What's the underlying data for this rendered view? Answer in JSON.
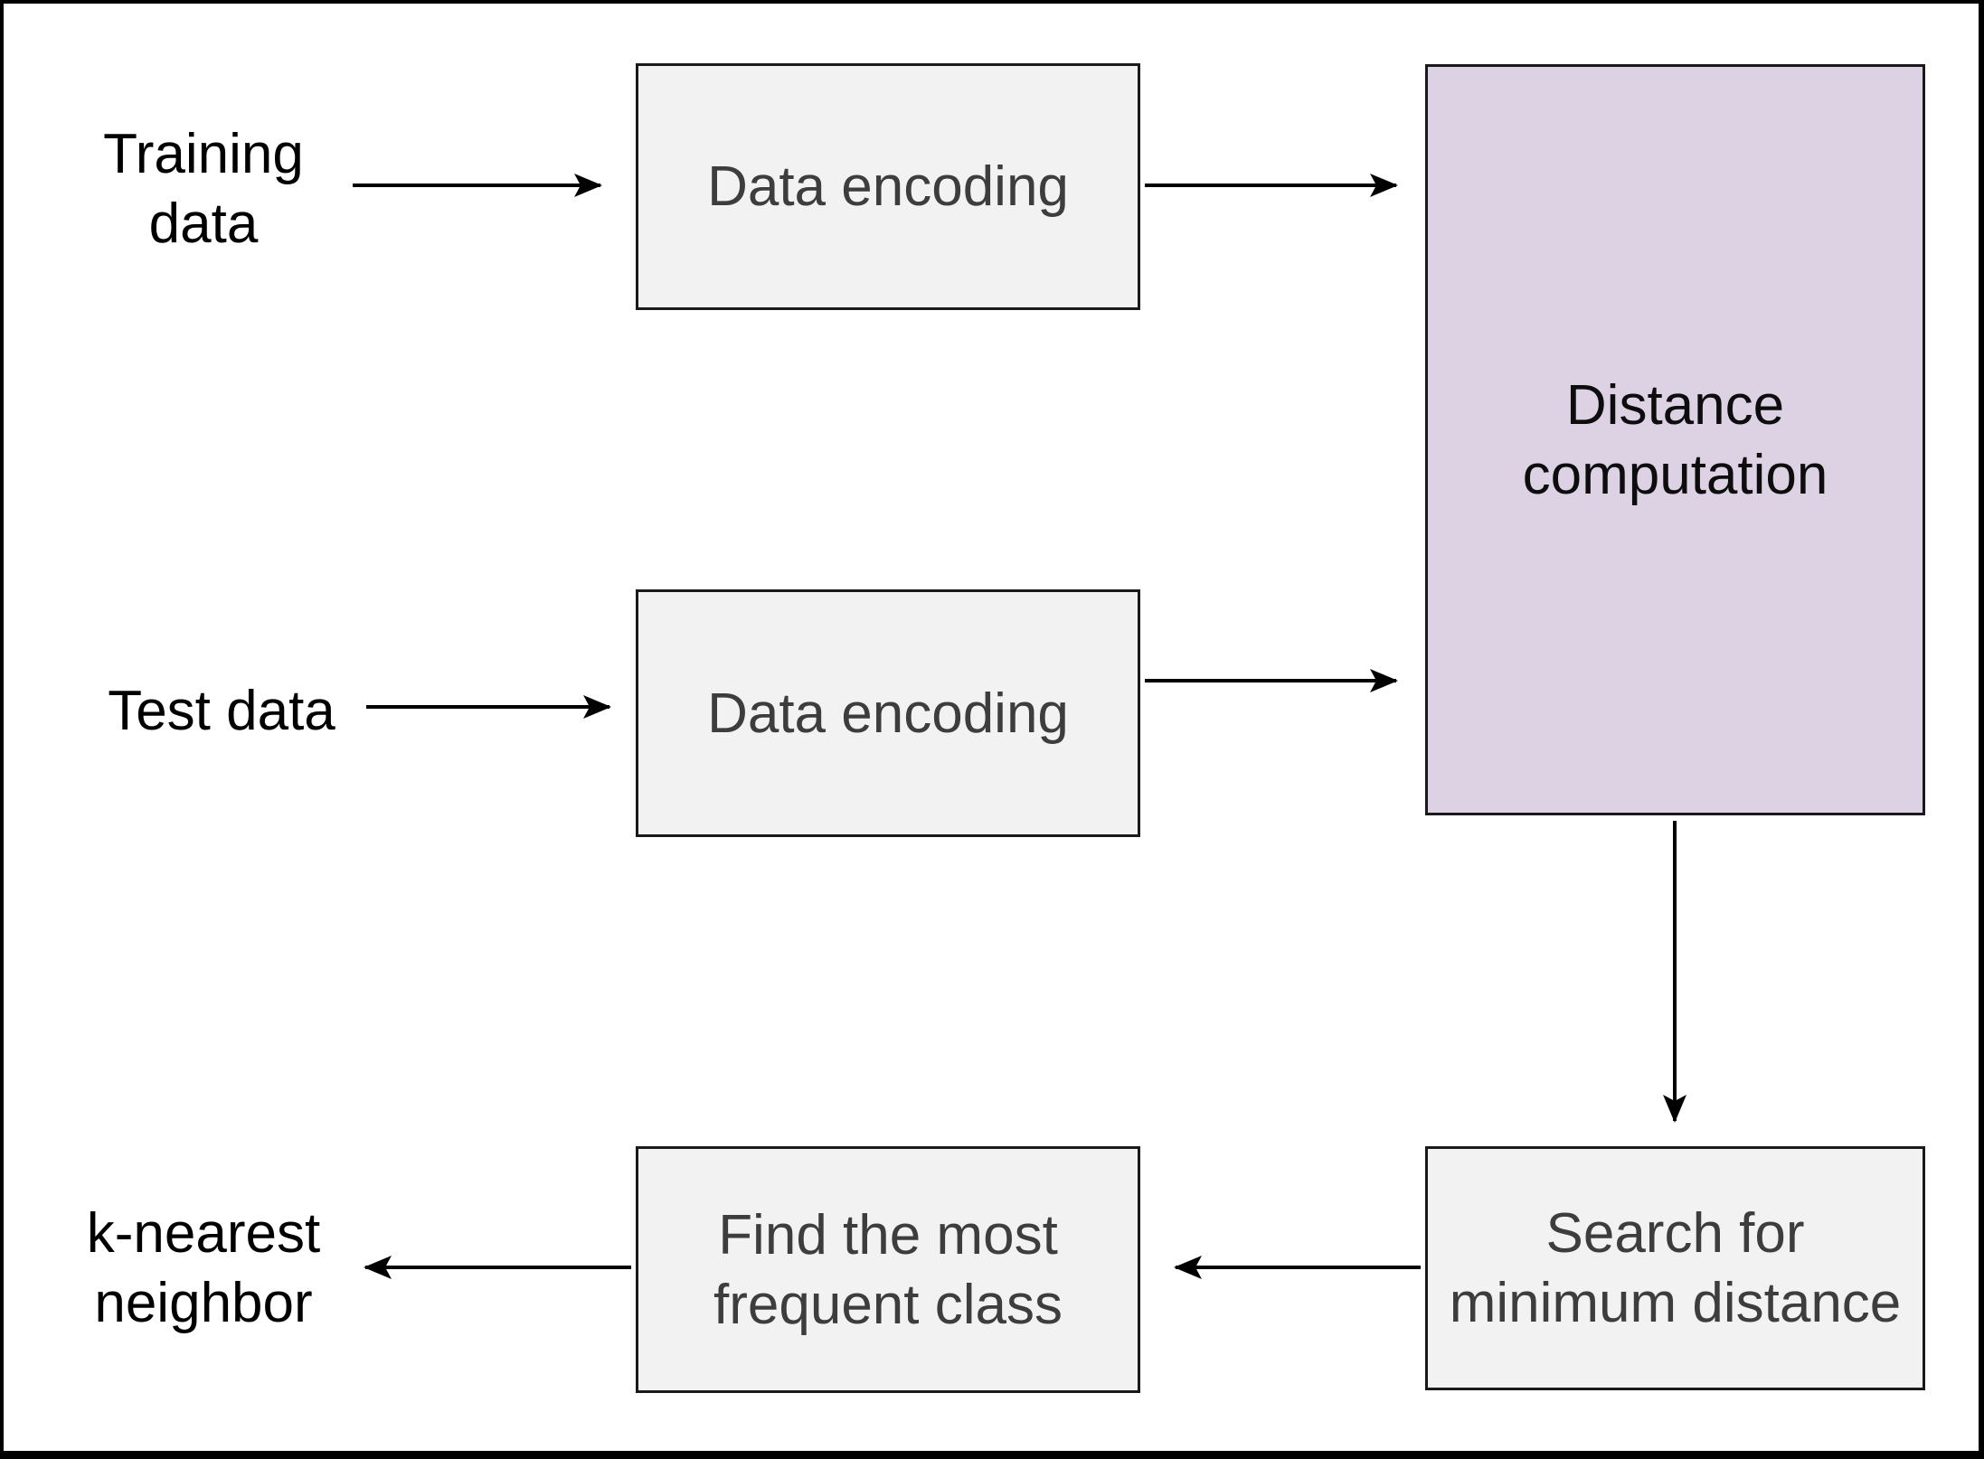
{
  "diagram": {
    "labels": {
      "training": {
        "lines": [
          "Training",
          "data"
        ]
      },
      "test": {
        "lines": [
          "Test data"
        ]
      },
      "knn": {
        "lines": [
          "k-nearest",
          "neighbor"
        ]
      }
    },
    "boxes": {
      "encode_top": {
        "lines": [
          "Data encoding"
        ]
      },
      "encode_bottom": {
        "lines": [
          "Data encoding"
        ]
      },
      "distance": {
        "lines": [
          "Distance",
          "computation"
        ]
      },
      "search": {
        "lines": [
          "Search for",
          "minimum distance"
        ]
      },
      "find": {
        "lines": [
          "Find the most",
          "frequent class"
        ]
      }
    },
    "colors": {
      "background": "#ffffff",
      "frame_border": "#000000",
      "box_fill": "#f2f2f2",
      "box_border": "#1a1a1a",
      "distance_box_fill": "#dcd2e4",
      "box_text": "#3d3d3d",
      "label_text": "#000000",
      "arrow": "#000000"
    }
  }
}
